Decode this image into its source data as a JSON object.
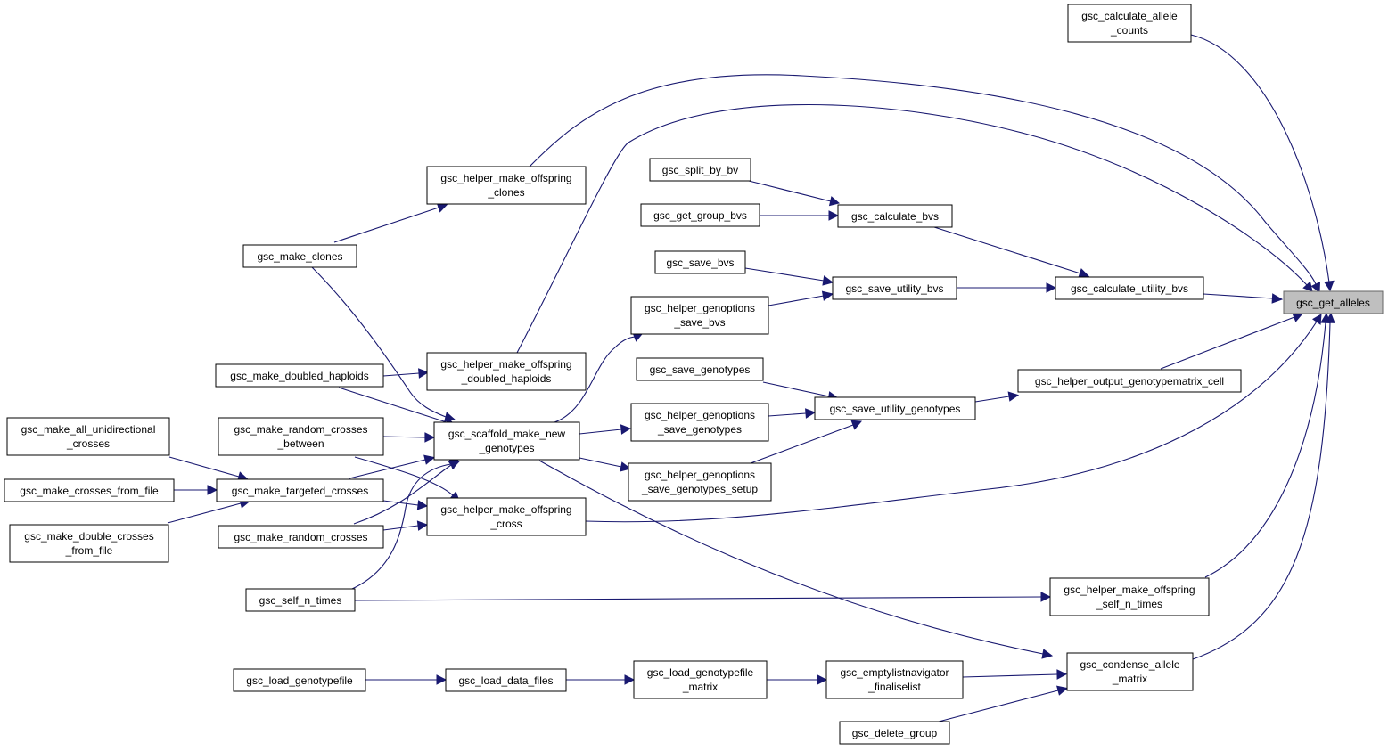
{
  "graph": {
    "colors": {
      "edge": "#191970",
      "node_border": "#000000",
      "focus_fill": "#bfbfbf",
      "background": "#ffffff"
    },
    "nodes": {
      "get_alleles": [
        "gsc_get_alleles"
      ],
      "calculate_allele_counts": [
        "gsc_calculate_allele",
        "_counts"
      ],
      "helper_make_offspring_clones": [
        "gsc_helper_make_offspring",
        "_clones"
      ],
      "split_by_bv": [
        "gsc_split_by_bv"
      ],
      "get_group_bvs": [
        "gsc_get_group_bvs"
      ],
      "calculate_bvs": [
        "gsc_calculate_bvs"
      ],
      "make_clones": [
        "gsc_make_clones"
      ],
      "save_bvs": [
        "gsc_save_bvs"
      ],
      "save_utility_bvs": [
        "gsc_save_utility_bvs"
      ],
      "calculate_utility_bvs": [
        "gsc_calculate_utility_bvs"
      ],
      "helper_genoptions_save_bvs": [
        "gsc_helper_genoptions",
        "_save_bvs"
      ],
      "save_genotypes": [
        "gsc_save_genotypes"
      ],
      "make_doubled_haploids": [
        "gsc_make_doubled_haploids"
      ],
      "helper_make_offspring_doubled_haploids": [
        "gsc_helper_make_offspring",
        "_doubled_haploids"
      ],
      "helper_output_genotypematrix_cell": [
        "gsc_helper_output_genotypematrix_cell"
      ],
      "save_utility_genotypes": [
        "gsc_save_utility_genotypes"
      ],
      "helper_genoptions_save_genotypes": [
        "gsc_helper_genoptions",
        "_save_genotypes"
      ],
      "make_all_unidirectional_crosses": [
        "gsc_make_all_unidirectional",
        "_crosses"
      ],
      "make_random_crosses_between": [
        "gsc_make_random_crosses",
        "_between"
      ],
      "scaffold_make_new_genotypes": [
        "gsc_scaffold_make_new",
        "_genotypes"
      ],
      "helper_genoptions_save_genotypes_setup": [
        "gsc_helper_genoptions",
        "_save_genotypes_setup"
      ],
      "make_crosses_from_file": [
        "gsc_make_crosses_from_file"
      ],
      "make_targeted_crosses": [
        "gsc_make_targeted_crosses"
      ],
      "helper_make_offspring_cross": [
        "gsc_helper_make_offspring",
        "_cross"
      ],
      "make_double_crosses_from_file": [
        "gsc_make_double_crosses",
        "_from_file"
      ],
      "make_random_crosses": [
        "gsc_make_random_crosses"
      ],
      "self_n_times": [
        "gsc_self_n_times"
      ],
      "helper_make_offspring_self_n_times": [
        "gsc_helper_make_offspring",
        "_self_n_times"
      ],
      "load_genotypefile": [
        "gsc_load_genotypefile"
      ],
      "load_data_files": [
        "gsc_load_data_files"
      ],
      "load_genotypefile_matrix": [
        "gsc_load_genotypefile",
        "_matrix"
      ],
      "emptylistnavigator_finaliselist": [
        "gsc_emptylistnavigator",
        "_finaliselist"
      ],
      "condense_allele_matrix": [
        "gsc_condense_allele",
        "_matrix"
      ],
      "delete_group": [
        "gsc_delete_group"
      ]
    }
  }
}
